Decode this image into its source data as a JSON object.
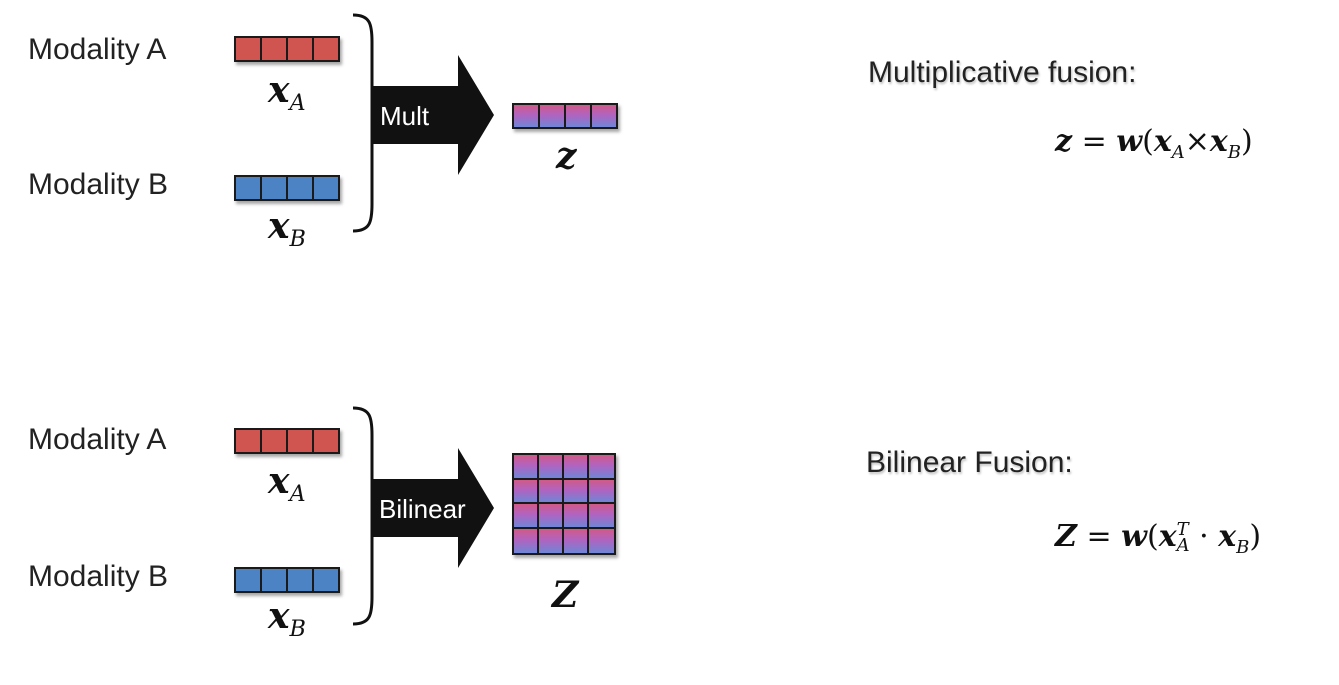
{
  "top": {
    "modality_a_label": "Modality A",
    "modality_b_label": "Modality B",
    "xa_var": "x",
    "xa_sub": "A",
    "xb_var": "x",
    "xb_sub": "B",
    "operation_label": "Mult",
    "output_var": "z",
    "fusion_title": "Multiplicative fusion:",
    "formula": {
      "lhs": "z",
      "eq": "=",
      "w": "w",
      "open": "(",
      "x1": "x",
      "x1_sub": "A",
      "op": "×",
      "x2": "x",
      "x2_sub": "B",
      "close": ")"
    }
  },
  "bottom": {
    "modality_a_label": "Modality A",
    "modality_b_label": "Modality B",
    "xa_var": "x",
    "xa_sub": "A",
    "xb_var": "x",
    "xb_sub": "B",
    "operation_label": "Bilinear",
    "output_var": "Z",
    "fusion_title": "Bilinear Fusion:",
    "formula": {
      "lhs": "Z",
      "eq": "=",
      "w": "w",
      "open": "(",
      "x1": "x",
      "x1_sup": "T",
      "x1_sub": "A",
      "op": "·",
      "x2": "x",
      "x2_sub": "B",
      "close": ")"
    }
  },
  "colors": {
    "modality_a": "#d05450",
    "modality_b": "#4b83c4",
    "fused_top": "#d05a88",
    "fused_bottom": "#6f86d6",
    "arrow": "#111111"
  }
}
